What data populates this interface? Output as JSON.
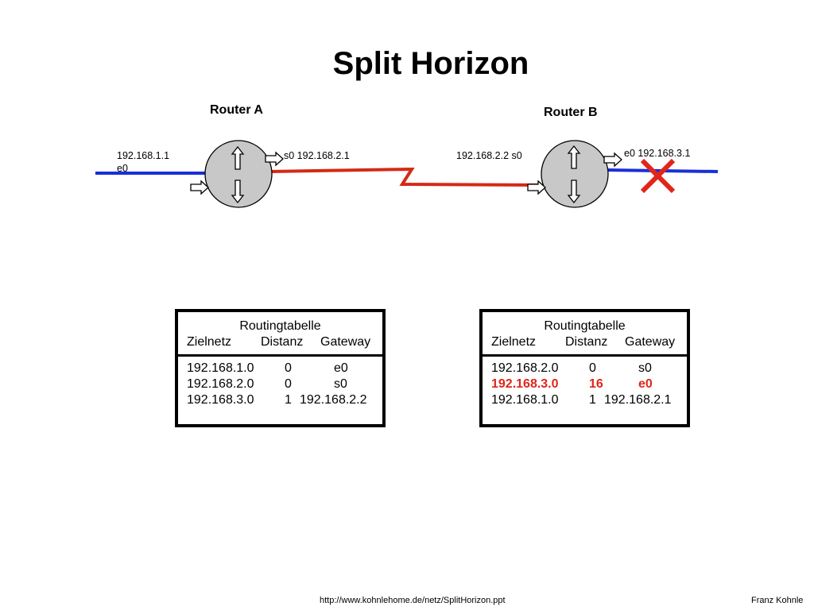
{
  "title": "Split Horizon",
  "routers": {
    "a": {
      "name": "Router A",
      "e0_ip": "192.168.1.1",
      "e0_label": "e0",
      "s0_label": "s0 192.168.2.1"
    },
    "b": {
      "name": "Router B",
      "s0_label": "192.168.2.2  s0",
      "e0_label": "e0 192.168.3.1"
    }
  },
  "icons": {
    "router": "router-icon",
    "failure": "red-x-icon"
  },
  "colors": {
    "lan": "#1a2ed8",
    "serial": "#d42a14",
    "failure": "#e1251b",
    "router_fill": "#c8c8c8"
  },
  "tables": {
    "a": {
      "caption": "Routingtabelle",
      "headers": [
        "Zielnetz",
        "Distanz",
        "Gateway"
      ],
      "rows": [
        [
          "192.168.1.0",
          "0",
          "e0"
        ],
        [
          "192.168.2.0",
          "0",
          "s0"
        ],
        [
          "192.168.3.0",
          "1",
          "192.168.2.2"
        ]
      ]
    },
    "b": {
      "caption": "Routingtabelle",
      "headers": [
        "Zielnetz",
        "Distanz",
        "Gateway"
      ],
      "rows": [
        [
          "192.168.2.0",
          "0",
          "s0"
        ],
        [
          "192.168.3.0",
          "16",
          "e0"
        ],
        [
          "192.168.1.0",
          "1",
          "192.168.2.1"
        ]
      ],
      "highlight_row": 1
    }
  },
  "footer": {
    "url": "http://www.kohnlehome.de/netz/SplitHorizon.ppt",
    "author": "Franz Kohnle"
  }
}
